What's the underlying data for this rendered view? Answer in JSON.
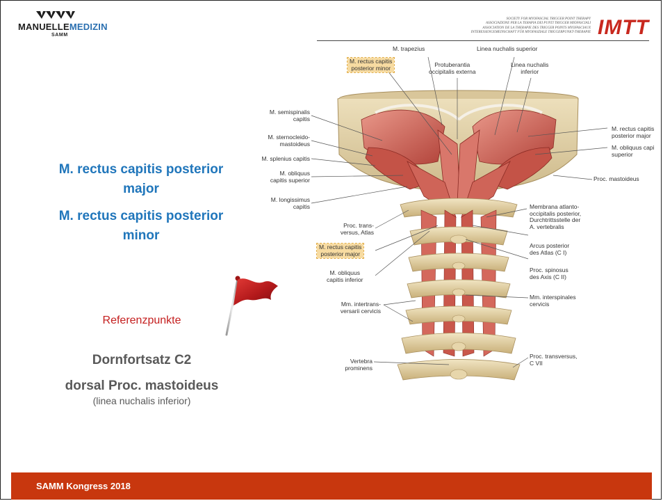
{
  "header": {
    "logo_left": {
      "word1": "MANUELLE",
      "word2": "MEDIZIN",
      "sub": "SAMM"
    },
    "imtt": {
      "lines": [
        "SOCIETY FOR MYOFASCIAL TRIGGER POINT THERAPY",
        "ASSOCIAZIONE PER LA TERAPIA DEI PUNTI TRIGGER MIOFASCIALI",
        "ASSOCIATION DE LA THERAPIE DES TRIGGER POINTS MYOFASCIAUX",
        "INTERESSENGEMEINSCHAFT FÜR MYOFASZIALE TRIGGERPUNKT-THERAPIE"
      ],
      "logo": "IMTT"
    }
  },
  "title": {
    "line1": "M. rectus capitis posterior major",
    "line2": "M. rectus capitis posterior minor"
  },
  "reference": {
    "label": "Referenzpunkte"
  },
  "points": {
    "p1": "Dornfortsatz C2",
    "p2": "dorsal Proc. mastoideus",
    "p3": "(linea nuchalis inferior)"
  },
  "anatomy": {
    "labels": {
      "trapezius": "M. trapezius",
      "linea_sup": "Linea nuchalis superior",
      "rcp_minor_top": [
        "M. rectus capitis",
        "posterior minor"
      ],
      "protuberantia": [
        "Protuberantia",
        "occipitalis externa"
      ],
      "linea_inf": [
        "Linea nuchalis",
        "inferior"
      ],
      "semispinalis": [
        "M. semispinalis",
        "capitis"
      ],
      "sternocleido": [
        "M. sternocleido-",
        "mastoideus"
      ],
      "splenius": "M. splenius capitis",
      "obliquus_sup_l": [
        "M. obliquus",
        "capitis superior"
      ],
      "longissimus": [
        "M. longissimus",
        "capitis"
      ],
      "proc_trans_atlas": [
        "Proc. trans-",
        "versus, Atlas"
      ],
      "rcp_major_left": [
        "M. rectus capitis",
        "posterior major"
      ],
      "obliquus_inf": [
        "M. obliquus",
        "capitis inferior"
      ],
      "intertrans": [
        "Mm. intertrans-",
        "versarii cervicis"
      ],
      "vertebra_prom": [
        "Vertebra",
        "prominens"
      ],
      "rcp_major_right": [
        "M. rectus capitis",
        "posterior major"
      ],
      "obliquus_sup_r": [
        "M. obliquus capi",
        "superior"
      ],
      "proc_mastoideus": "Proc. mastoideus",
      "membrana": [
        "Membrana atlanto-",
        "occipitalis posterior,",
        "Durchtrittsstelle der",
        "A. vertebralis"
      ],
      "arcus": [
        "Arcus posterior",
        "des Atlas (C I)"
      ],
      "proc_spinosus": [
        "Proc. spinosus",
        "des Axis (C II)"
      ],
      "interspinales": [
        "Mm. interspinales",
        "cervicis"
      ],
      "proc_trans_c7": [
        "Proc. transversus,",
        "C VII"
      ]
    }
  },
  "footer": {
    "text": "SAMM Kongress 2018"
  },
  "colors": {
    "accent_blue": "#2076bb",
    "reference_red": "#c41e1e",
    "footer_red": "#c8370e",
    "imtt_red": "#c8281e",
    "text_grey": "#595959",
    "highlight": "#f7dba1"
  }
}
